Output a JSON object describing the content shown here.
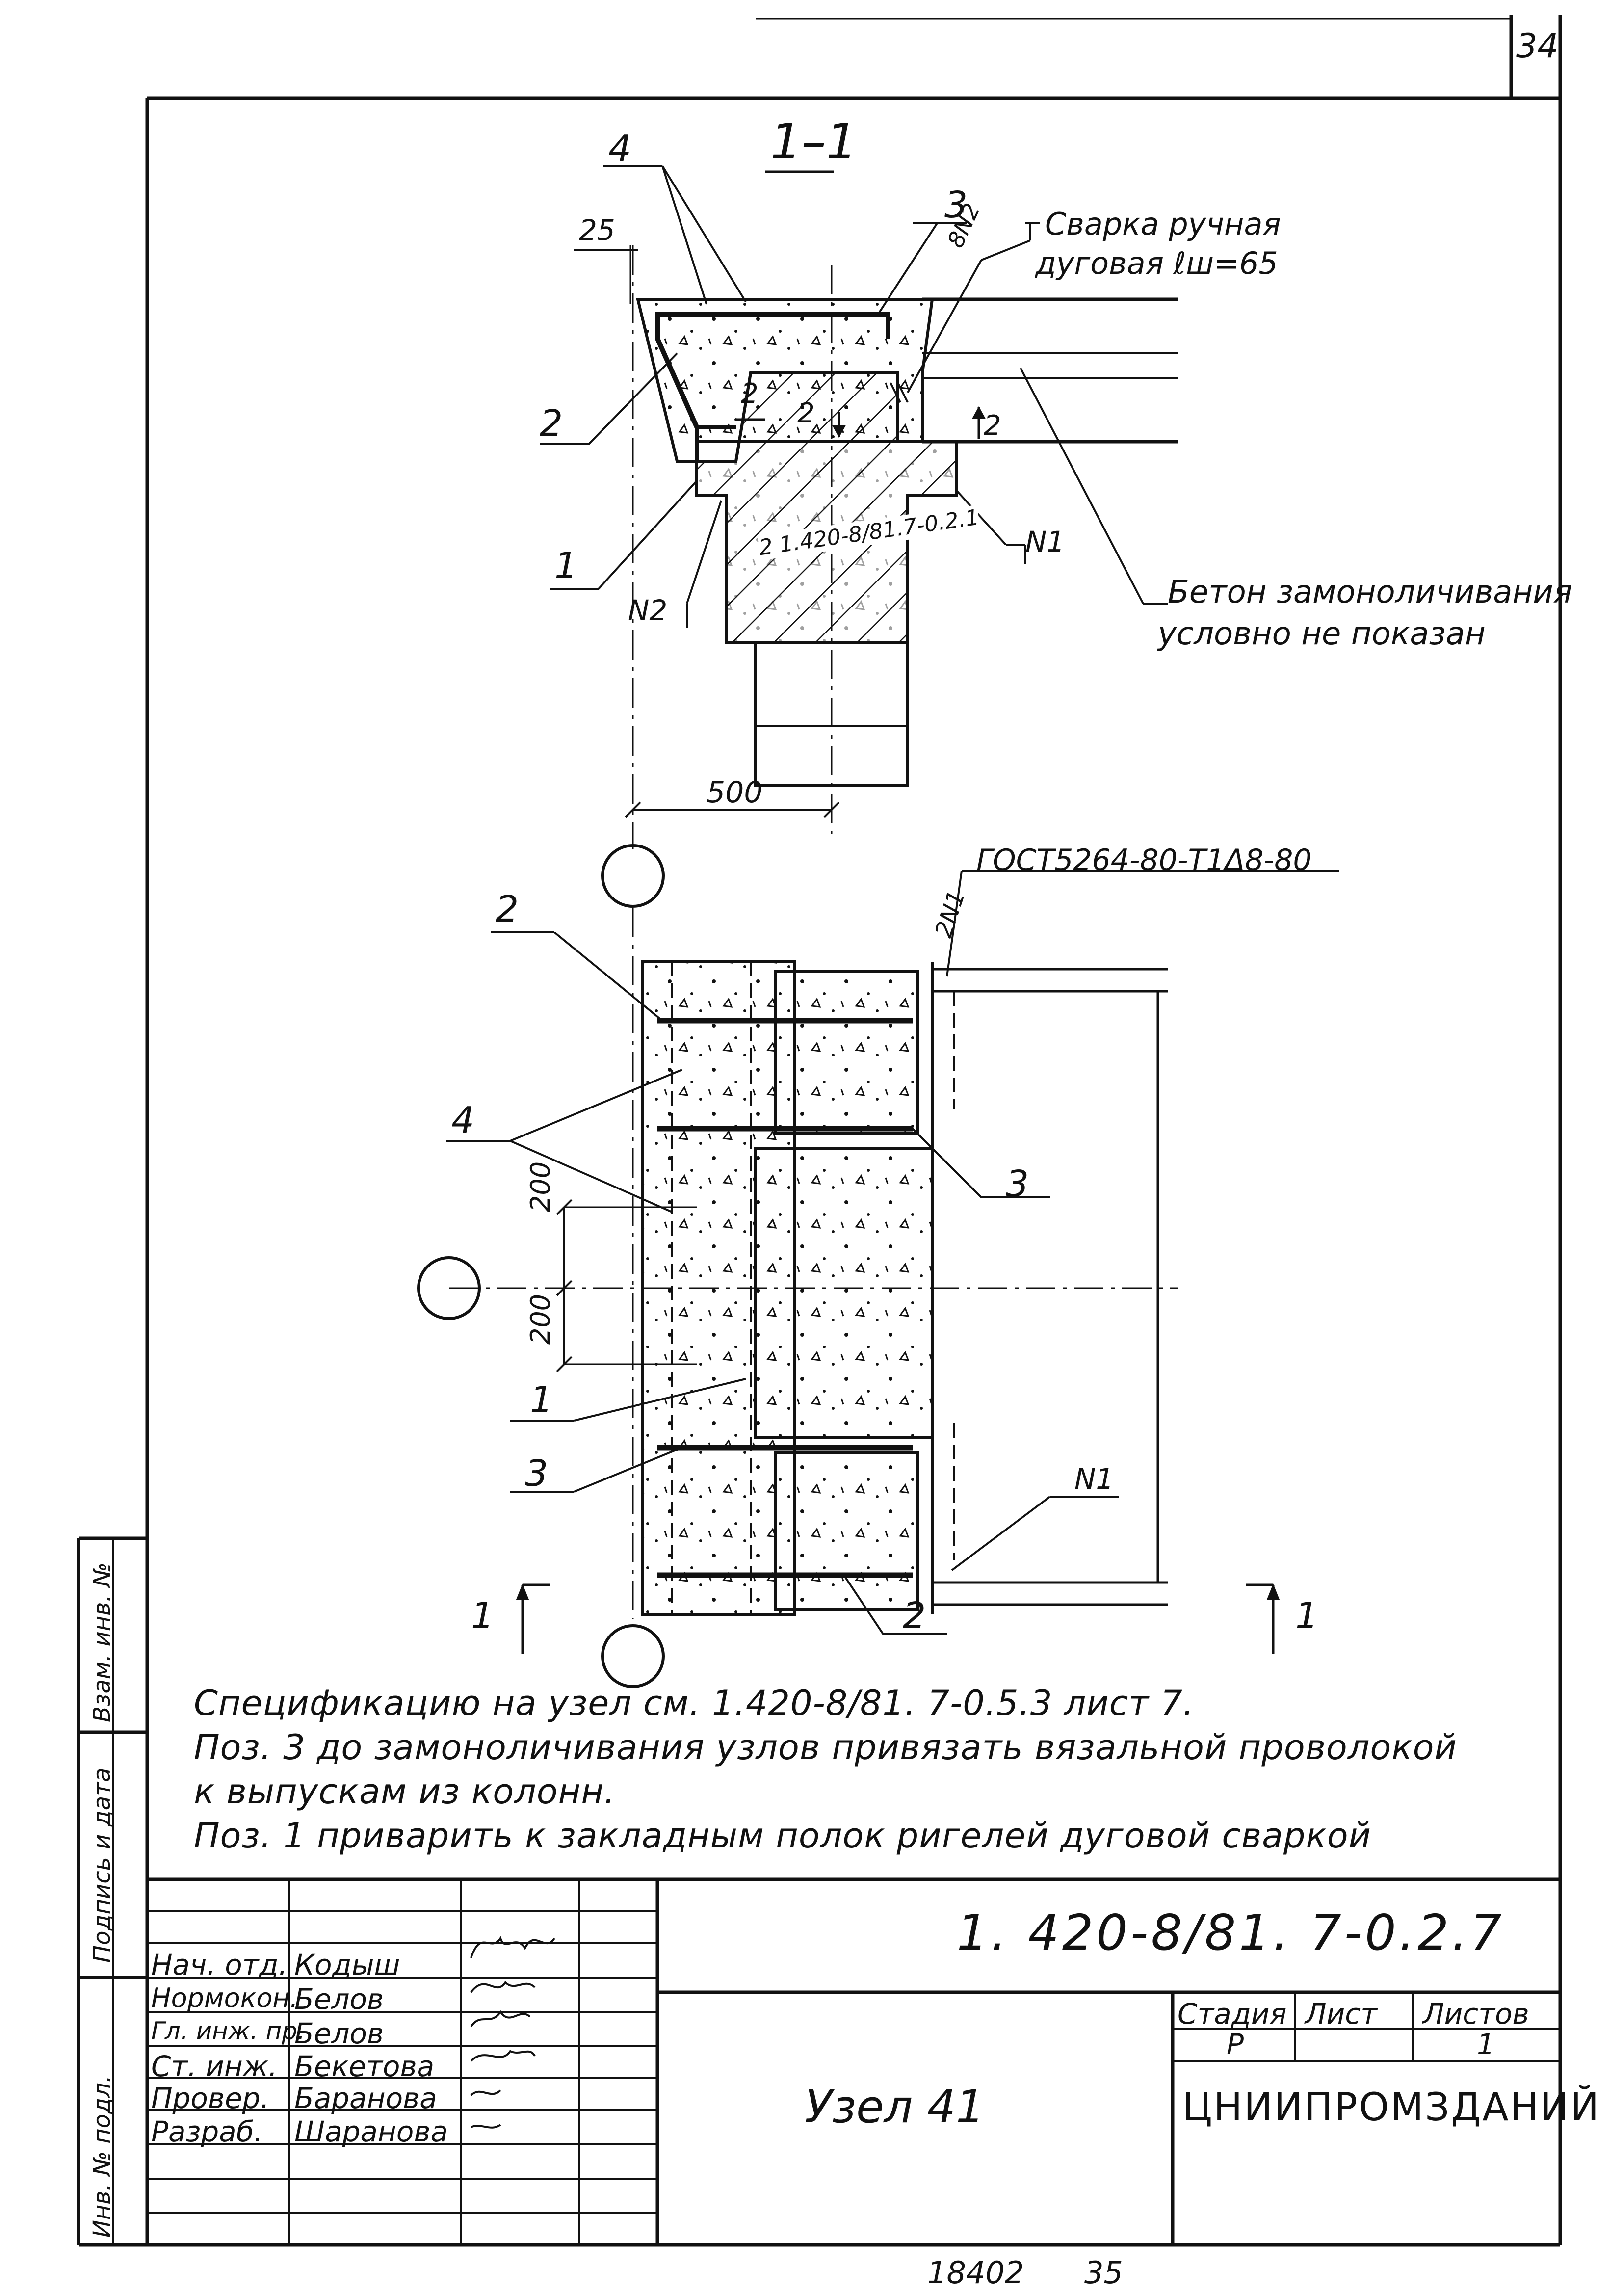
{
  "sheet": {
    "page_number": "34",
    "document_code": "1. 420-8/81. 7-0.2.7",
    "node_title": "Узел 41",
    "organization": "ЦНИИПРОМЗДАНИЙ",
    "footer_left": "18402",
    "footer_right": "35"
  },
  "section": {
    "title": "1–1",
    "weld_note_line1": "Сварка ручная",
    "weld_note_line2": "дуговая ℓш=65",
    "weld_size": "8N2",
    "concrete_note_line1": "Бетон замоноличивания",
    "concrete_note_line2": "условно не показан",
    "dim_25": "25",
    "dim_500": "500",
    "ref_inner": "2  1.420-8/81.7-0.2.1",
    "mark_n1": "N1",
    "mark_n2": "N2",
    "cut_2a": "2",
    "cut_2b": "2",
    "cut_2c": "2",
    "pos_1": "1",
    "pos_2": "2",
    "pos_3": "3",
    "pos_4": "4"
  },
  "plan": {
    "gost_ref": "ГОСТ5264-80-Т1Δ8-80",
    "weld_mark": "2N1",
    "dim_200a": "200",
    "dim_200b": "200",
    "mark_n1": "N1",
    "cut_left": "1",
    "cut_right": "1",
    "pos_1": "1",
    "pos_2_top": "2",
    "pos_2_bottom": "2",
    "pos_3_left": "3",
    "pos_3_right": "3",
    "pos_4": "4"
  },
  "notes": [
    "Спецификацию на узел см. 1.420-8/81. 7-0.5.3  лист 7.",
    "Поз. 3 до замоноличивания узлов привязать вязальной проволокой",
    "к выпускам из колонн.",
    "Поз. 1 приварить к закладным полок ригелей дуговой сваркой"
  ],
  "side_stamp": {
    "inv_original": "Инв. № подл.",
    "signature_date": "Подпись и дата",
    "replaced_inv": "Взам. инв. №"
  },
  "title_block": {
    "rows": [
      {
        "role": "Нач. отд.",
        "name": "Кодыш"
      },
      {
        "role": "Нормокон.",
        "name": "Белов"
      },
      {
        "role": "Гл. инж. пр.",
        "name": "Белов"
      },
      {
        "role": "Ст. инж.",
        "name": "Бекетова"
      },
      {
        "role": "Провер.",
        "name": "Баранова"
      },
      {
        "role": "Разраб.",
        "name": "Шаранова"
      }
    ],
    "stage_header": "Стадия",
    "sheet_header": "Лист",
    "sheets_header": "Листов",
    "stage_value": "Р",
    "sheet_value": "",
    "sheets_value": "1"
  }
}
